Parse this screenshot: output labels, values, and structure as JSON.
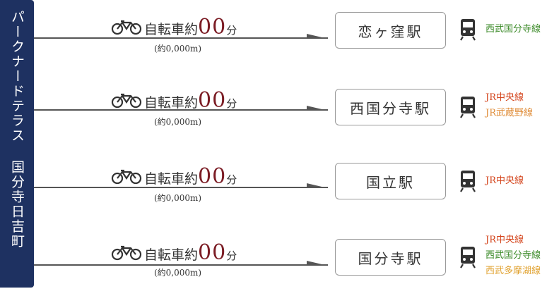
{
  "title": "パークナードテラス 国分寺日吉町",
  "rows": [
    {
      "prefix": "自転車約",
      "minutes": "00",
      "unit": "分",
      "distance": "(約0,000m)",
      "station": "恋ヶ窪駅",
      "lines": [
        {
          "name": "西武国分寺線",
          "color": "#3b8a28"
        }
      ]
    },
    {
      "prefix": "自転車約",
      "minutes": "00",
      "unit": "分",
      "distance": "(約0,000m)",
      "station": "西国分寺駅",
      "lines": [
        {
          "name": "JR中央線",
          "color": "#d4461e"
        },
        {
          "name": "JR武蔵野線",
          "color": "#e08e3b"
        }
      ]
    },
    {
      "prefix": "自転車約",
      "minutes": "00",
      "unit": "分",
      "distance": "(約0,000m)",
      "station": "国立駅",
      "lines": [
        {
          "name": "JR中央線",
          "color": "#d4461e"
        }
      ]
    },
    {
      "prefix": "自転車約",
      "minutes": "00",
      "unit": "分",
      "distance": "(約0,000m)",
      "station": "国分寺駅",
      "lines": [
        {
          "name": "JR中央線",
          "color": "#d4461e"
        },
        {
          "name": "西武国分寺線",
          "color": "#3b8a28"
        },
        {
          "name": "西武多摩湖線",
          "color": "#e0a02c"
        }
      ]
    }
  ],
  "icons": {
    "bike": "bicycle-icon",
    "train": "train-icon"
  },
  "colors": {
    "bar": "#1e3161",
    "minutes": "#7b1c24",
    "line": "#555555"
  }
}
